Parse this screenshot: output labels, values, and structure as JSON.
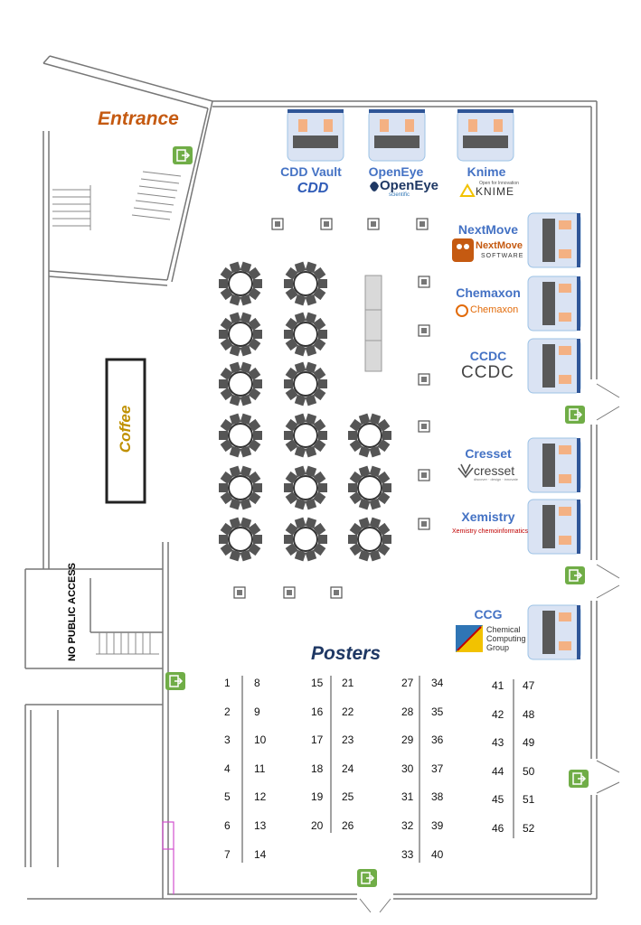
{
  "labels": {
    "entrance": "Entrance",
    "coffee": "Coffee",
    "posters": "Posters",
    "no_public_access": "NO PUBLIC ACCESS"
  },
  "vendors": [
    {
      "name": "CDD Vault",
      "logo_text": "CDD",
      "color": "#2f5bb7"
    },
    {
      "name": "OpenEye",
      "logo_text": "OpenEye",
      "logo_sub": "scientific",
      "color": "#1f3864"
    },
    {
      "name": "Knime",
      "logo_text": "KNIME",
      "logo_sub": "Open for Innovation",
      "color": "#333333"
    },
    {
      "name": "NextMove",
      "logo_text": "NextMove",
      "logo_sub": "SOFTWARE",
      "color": "#c55a11"
    },
    {
      "name": "Chemaxon",
      "logo_text": "Chemaxon",
      "color": "#e26b0a"
    },
    {
      "name": "CCDC",
      "logo_text": "CCDC",
      "color": "#444444"
    },
    {
      "name": "Cresset",
      "logo_text": "cresset",
      "logo_sub": "discover · design · innovate",
      "color": "#444444"
    },
    {
      "name": "Xemistry",
      "logo_text": "Xemistry chemoinformatics",
      "color": "#c00000"
    },
    {
      "name": "CCG",
      "logo_text": "Chemical Computing Group",
      "color": "#333333"
    }
  ],
  "poster_columns": [
    {
      "left": [
        "1",
        "2",
        "3",
        "4",
        "5",
        "6",
        "7"
      ],
      "right": [
        "8",
        "9",
        "10",
        "11",
        "12",
        "13",
        "14"
      ]
    },
    {
      "left": [
        "15",
        "16",
        "17",
        "18",
        "19",
        "20"
      ],
      "right": [
        "21",
        "22",
        "23",
        "24",
        "25",
        "26"
      ]
    },
    {
      "left": [
        "27",
        "28",
        "29",
        "30",
        "31",
        "32",
        "33"
      ],
      "right": [
        "34",
        "35",
        "36",
        "37",
        "38",
        "39",
        "40"
      ]
    },
    {
      "left": [
        "41",
        "42",
        "43",
        "44",
        "45",
        "46"
      ],
      "right": [
        "47",
        "48",
        "49",
        "50",
        "51",
        "52"
      ]
    }
  ],
  "colors": {
    "entrance": "#c55a11",
    "posters": "#1f3864",
    "coffee": "#bf9000",
    "vendor_name": "#4472c4",
    "booth_fill": "#dae3f3",
    "exit_green": "#70ad47"
  },
  "icons": [
    "exit-icon",
    "round-table-icon",
    "pillar-icon",
    "booth-icon"
  ]
}
